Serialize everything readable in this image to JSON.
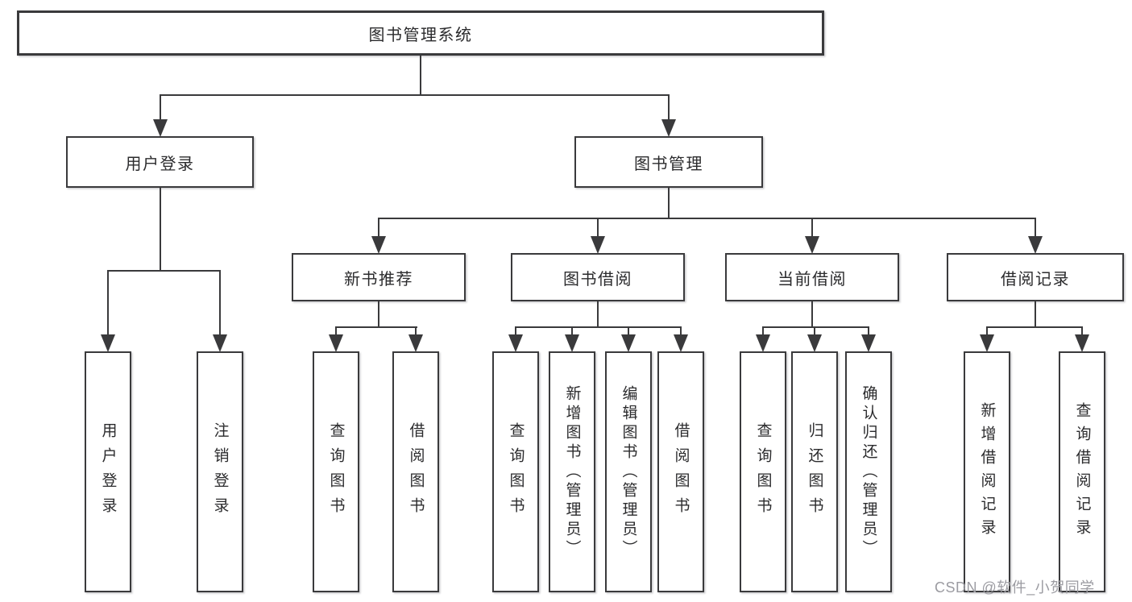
{
  "colors": {
    "line": "#3a3a3c",
    "text": "#2b2b2d",
    "background": "#ffffff",
    "watermark": "#9b9ba1"
  },
  "watermark": {
    "text": "CSDN @软件_小贺同学"
  },
  "tree": {
    "root": {
      "label": "图书管理系统",
      "children": [
        {
          "label": "用户登录",
          "children": [
            {
              "label": "用户登录"
            },
            {
              "label": "注销登录"
            }
          ]
        },
        {
          "label": "图书管理",
          "children": [
            {
              "label": "新书推荐",
              "children": [
                {
                  "label": "查询图书"
                },
                {
                  "label": "借阅图书"
                }
              ]
            },
            {
              "label": "图书借阅",
              "children": [
                {
                  "label": "查询图书"
                },
                {
                  "label": "新增图书（管理员）"
                },
                {
                  "label": "编辑图书（管理员）"
                },
                {
                  "label": "借阅图书"
                }
              ]
            },
            {
              "label": "当前借阅",
              "children": [
                {
                  "label": "查询图书"
                },
                {
                  "label": "归还图书"
                },
                {
                  "label": "确认归还（管理员）"
                }
              ]
            },
            {
              "label": "借阅记录",
              "children": [
                {
                  "label": "新增借阅记录"
                },
                {
                  "label": "查询借阅记录"
                }
              ]
            }
          ]
        }
      ]
    }
  }
}
